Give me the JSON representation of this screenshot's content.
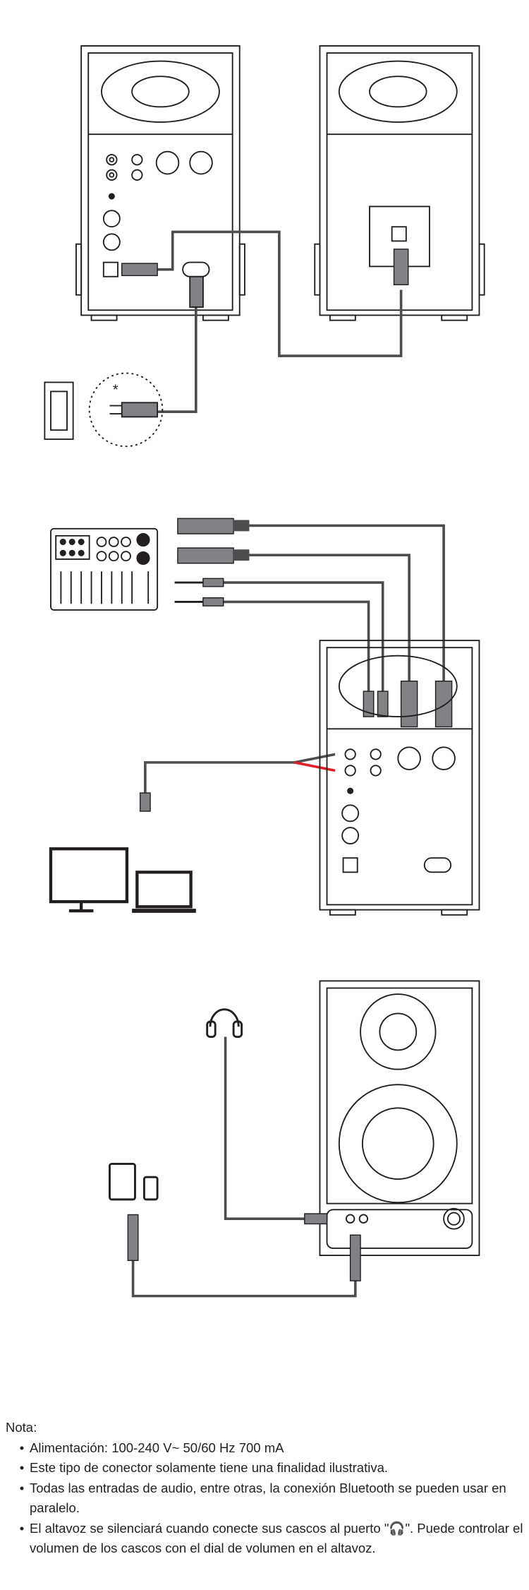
{
  "diagrams": {
    "power": {
      "asterisk": "*"
    },
    "colors": {
      "line": "#231f20",
      "cable": "#4d4d4f",
      "connector": "#808285",
      "red": "#e31e24"
    }
  },
  "notes": {
    "title": "Nota:",
    "items": [
      "Alimentación: 100-240 V~ 50/60 Hz 700 mA",
      "Este tipo de conector solamente tiene una finalidad ilustrativa.",
      "Todas las entradas de audio, entre otras, la conexión Bluetooth se pueden usar en paralelo.",
      "El altavoz se silenciará cuando conecte sus cascos al puerto \"🎧\". Puede controlar el volumen de los cascos con el dial de volumen en el altavoz."
    ]
  }
}
